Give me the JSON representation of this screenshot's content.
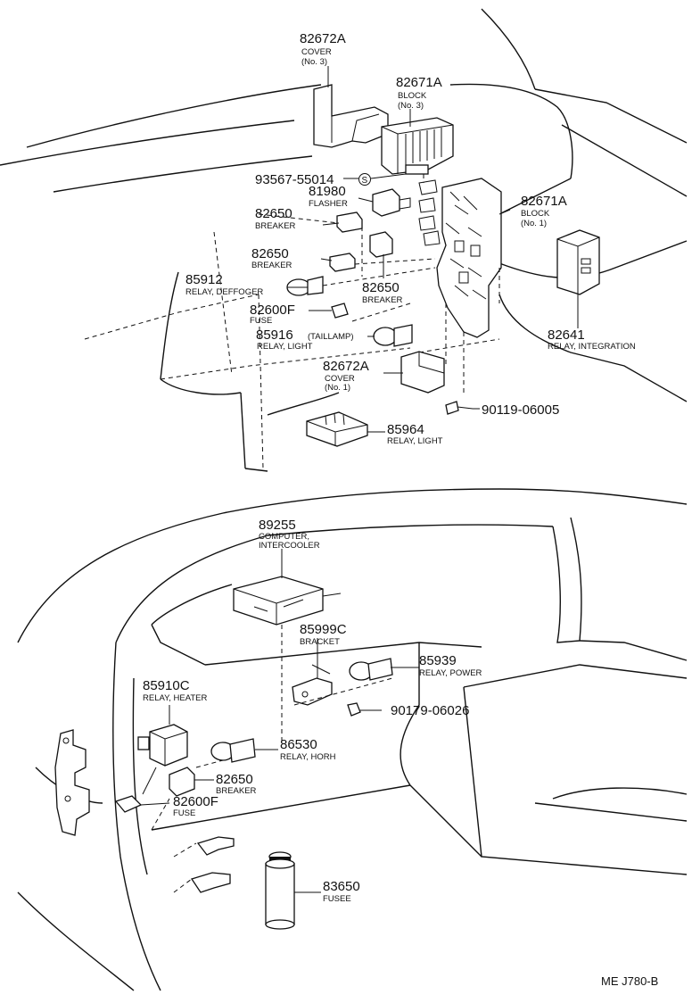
{
  "callouts": [
    {
      "id": "c1",
      "number": "82672A",
      "lines": [
        "COVER",
        "(No. 3)"
      ]
    },
    {
      "id": "c2",
      "number": "82671A",
      "lines": [
        "BLOCK",
        "(No. 3)"
      ]
    },
    {
      "id": "c3",
      "number": "93567-55014",
      "lines": []
    },
    {
      "id": "c4",
      "number": "81980",
      "lines": [
        "FLASHER"
      ]
    },
    {
      "id": "c5",
      "number": "82671A",
      "lines": [
        "BLOCK",
        "(No. 1)"
      ]
    },
    {
      "id": "c6",
      "number": "82650",
      "lines": [
        "BREAKER"
      ]
    },
    {
      "id": "c7",
      "number": "82650",
      "lines": [
        "BREAKER"
      ]
    },
    {
      "id": "c8",
      "number": "85912",
      "lines": [
        "RELAY, DEFFOGER"
      ]
    },
    {
      "id": "c9",
      "number": "82650",
      "lines": [
        "BREAKER"
      ]
    },
    {
      "id": "c10",
      "number": "82600F",
      "lines": [
        "FUSE"
      ]
    },
    {
      "id": "c11",
      "number": "85916",
      "suffix": "(TAILLAMP)",
      "lines": [
        "RELAY, LIGHT"
      ]
    },
    {
      "id": "c12",
      "number": "82641",
      "lines": [
        "RELAY, INTEGRATION"
      ]
    },
    {
      "id": "c13",
      "number": "82672A",
      "lines": [
        "COVER",
        "(No. 1)"
      ]
    },
    {
      "id": "c14",
      "number": "90119-06005",
      "lines": []
    },
    {
      "id": "c15",
      "number": "85964",
      "lines": [
        "RELAY, LIGHT"
      ]
    },
    {
      "id": "c16",
      "number": "89255",
      "lines": [
        "COMPUTER,",
        "INTERCOOLER"
      ]
    },
    {
      "id": "c17",
      "number": "85999C",
      "lines": [
        "BRACKET"
      ]
    },
    {
      "id": "c18",
      "number": "85939",
      "lines": [
        "RELAY, POWER"
      ]
    },
    {
      "id": "c19",
      "number": "85910C",
      "lines": [
        "RELAY, HEATER"
      ]
    },
    {
      "id": "c20",
      "number": "90179-06026",
      "lines": []
    },
    {
      "id": "c21",
      "number": "86530",
      "lines": [
        "RELAY, HORH"
      ]
    },
    {
      "id": "c22",
      "number": "82650",
      "lines": [
        "BREAKER"
      ]
    },
    {
      "id": "c23",
      "number": "82600F",
      "lines": [
        "FUSE"
      ]
    },
    {
      "id": "c24",
      "number": "83650",
      "lines": [
        "FUSEE"
      ]
    }
  ],
  "screw_symbol": "S",
  "figure_code": "ME J780-B"
}
